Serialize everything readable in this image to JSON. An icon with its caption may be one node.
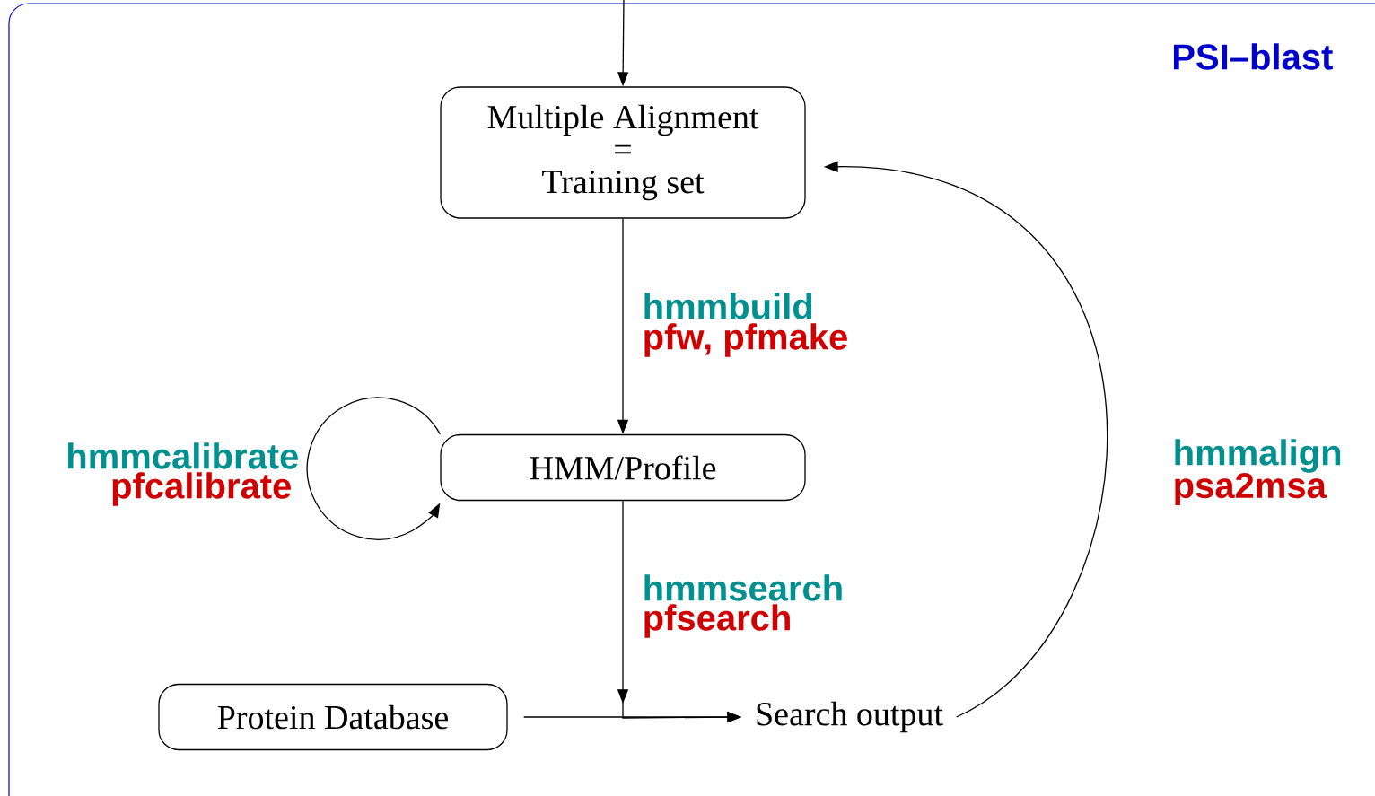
{
  "diagram": {
    "nodes": [
      {
        "text": [
          "Multiple Alignment",
          "=",
          "Training set"
        ]
      },
      {
        "text": [
          "HMM/Profile"
        ]
      },
      {
        "text": [
          "Protein Database"
        ]
      },
      {
        "text": [
          "Search output"
        ]
      }
    ],
    "edges": [
      {
        "from": null,
        "to": 0,
        "arrow": "to"
      },
      {
        "from": 0,
        "to": 1,
        "arrow": "to",
        "label": "hmmbuild"
      },
      {
        "from": 1,
        "to": 1,
        "arrow": "to",
        "label": "hmmcalibrate"
      },
      {
        "from": 1,
        "to": 3,
        "arrow": "to",
        "label": "hmmsearch"
      },
      {
        "from": 2,
        "to": 3,
        "arrow": "to"
      },
      {
        "from": 3,
        "to": 0,
        "arrow": "to",
        "label": "hmmalign"
      }
    ],
    "labels": [
      "PSI–blast",
      "pfw, pfmake",
      "pfcalibrate",
      "pfsearch",
      "psa2msa"
    ]
  }
}
